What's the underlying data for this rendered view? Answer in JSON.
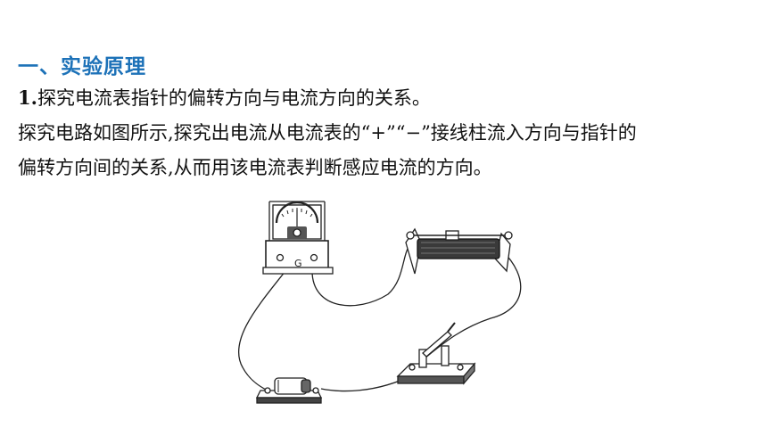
{
  "heading": "一、实验原理",
  "item1": {
    "number": "1.",
    "title": "探究电流表指针的偏转方向与电流方向的关系。"
  },
  "paragraph": {
    "line1": "探究电路如图所示,探究出电流从电流表的“+”“−”接线柱流入方向与指针的",
    "line2": "偏转方向间的关系,从而用该电流表判断感应电流的方向。"
  },
  "figure": {
    "meter_label": "G"
  }
}
